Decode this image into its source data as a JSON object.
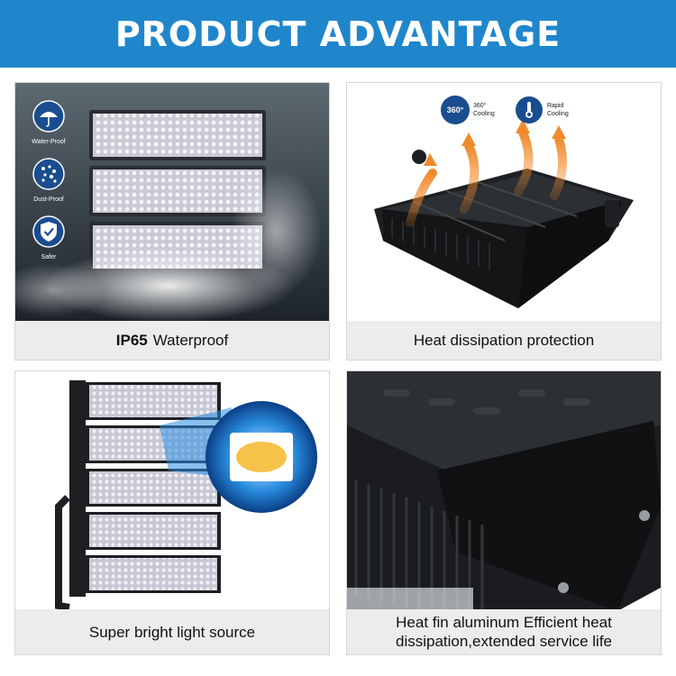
{
  "banner": {
    "title": "PRODUCT ADVANTAGE"
  },
  "panel1": {
    "badges": [
      {
        "label": "Water-Proof",
        "icon": "umbrella-rain-icon"
      },
      {
        "label": "Dust-Proof",
        "icon": "dust-particles-icon"
      },
      {
        "label": "Safer",
        "icon": "shield-check-icon"
      }
    ],
    "caption_bold": "IP65",
    "caption_text": "Waterproof"
  },
  "panel2": {
    "cooling": [
      {
        "icon_text": "360°",
        "label": "360° Cooling",
        "line1": "360°",
        "line2": "Cooling"
      },
      {
        "icon_text": "",
        "label": "Rapid Cooling",
        "line1": "Rapid",
        "line2": "Cooling"
      }
    ],
    "caption": "Heat dissipation protection"
  },
  "panel3": {
    "caption": "Super bright light source"
  },
  "panel4": {
    "caption_line1": "Heat fin aluminum Efficient heat",
    "caption_line2": "dissipation,extended service life"
  },
  "colors": {
    "banner": "#1f86cc",
    "caption_bg": "#ececec",
    "badge_blue": "#1a4d8f",
    "heat_orange": "#f08a2c"
  }
}
